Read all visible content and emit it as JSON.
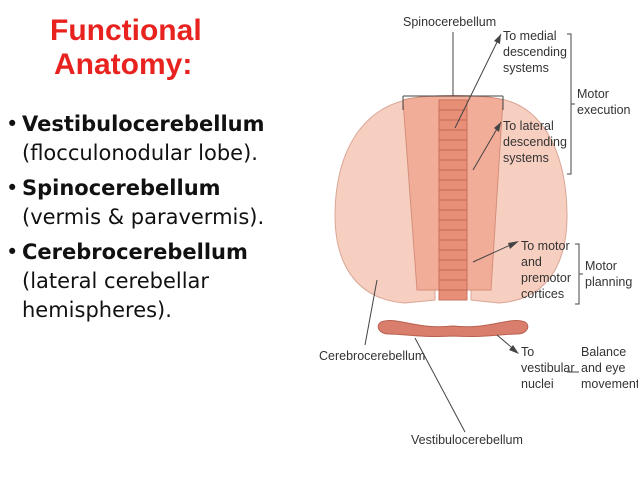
{
  "title": {
    "line1": "Functional",
    "line2": "Anatomy:"
  },
  "bullets": [
    {
      "term": "Vestibulocerebellum",
      "desc": "(flocculonodular lobe)."
    },
    {
      "term": "Spinocerebellum",
      "desc": "(vermis & paravermis)."
    },
    {
      "term": "Cerebrocerebellum",
      "desc": "(lateral cerebellar hemispheres)."
    }
  ],
  "diagram": {
    "top_label": "Spinocerebellum",
    "left_label": "Cerebrocerebellum",
    "bottom_label": "Vestibulocerebellum",
    "targets": [
      {
        "lines": [
          "To medial",
          "descending",
          "systems"
        ]
      },
      {
        "lines": [
          "To lateral",
          "descending",
          "systems"
        ]
      },
      {
        "lines": [
          "To motor",
          "and",
          "premotor",
          "cortices"
        ]
      },
      {
        "lines": [
          "To",
          "vestibular",
          "nuclei"
        ]
      }
    ],
    "functions": [
      {
        "lines": [
          "Motor",
          "execution"
        ]
      },
      {
        "lines": [
          "Motor",
          "planning"
        ]
      },
      {
        "lines": [
          "Balance",
          "and eye",
          "movements"
        ]
      }
    ],
    "colors": {
      "hemisphere": "#f7cfc1",
      "paravermis": "#f2ad98",
      "vermis": "#e88f78",
      "nodulus": "#d97e6c",
      "title_red": "#e8231f"
    }
  }
}
